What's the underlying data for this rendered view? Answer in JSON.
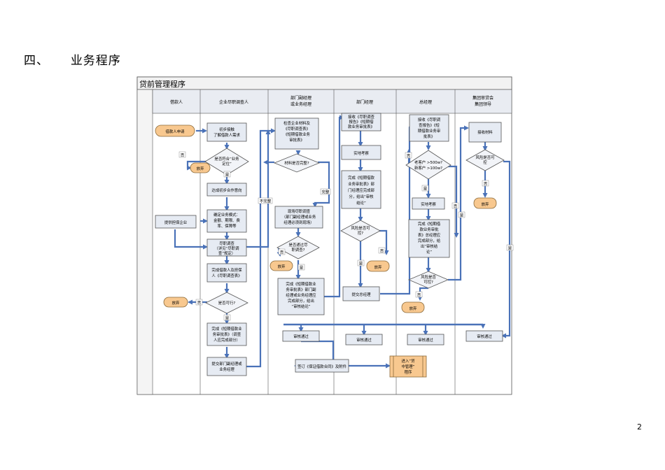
{
  "section": {
    "number": "四、",
    "title": "业务程序"
  },
  "page_number": "2",
  "diagram": {
    "title": "贷前管理程序",
    "lanes": [
      {
        "id": "borrower",
        "label": [
          "借款人"
        ]
      },
      {
        "id": "investigator",
        "label": [
          "企业尽职调查人"
        ]
      },
      {
        "id": "deputy",
        "label": [
          "部门副经理",
          "或业务经理"
        ]
      },
      {
        "id": "manager",
        "label": [
          "部门经理"
        ]
      },
      {
        "id": "gm",
        "label": [
          "总经理"
        ]
      },
      {
        "id": "committee",
        "label": [
          "集团审贷会",
          "集团领导"
        ]
      }
    ],
    "nodes": {
      "apply": [
        "借款人申请"
      ],
      "first_contact": [
        "初步接触",
        "了解借款人需求"
      ],
      "fit_positioning": [
        "是否符合“业务",
        "定位”"
      ],
      "abandon_1": [
        "放弃"
      ],
      "intent": [
        "达成初步合作意向"
      ],
      "provide_info": [
        "提供担保企业"
      ],
      "confirm_mode": [
        "确定业务模式：",
        "金额、期限、费",
        "率、保障等"
      ],
      "due_diligence": [
        "尽职调查",
        "（详见“尽职调",
        "查”规定）"
      ],
      "complete_survey": [
        "完成借款人及担保",
        "人《尽职调查表》"
      ],
      "feasible_1": [
        "是否可行?"
      ],
      "abandon_2": [
        "放弃"
      ],
      "complete_form": [
        "完成《短期借款业",
        "务审批表》（调查",
        "人应完成部分）"
      ],
      "submit_deputy": [
        "提交部门副经理或",
        "业务经理"
      ],
      "check_materials": [
        "检查企业材料及",
        "《尽职调查表》",
        "《短期借款业务",
        "审批表》"
      ],
      "materials_complete": [
        "材料是否完整?"
      ],
      "site_visit": [
        "现场尽职调查",
        "（部门副经理或业务",
        "经理必须到现场）"
      ],
      "pass_dd": [
        "是否通过尽",
        "职调查?"
      ],
      "abandon_3": [
        "放弃"
      ],
      "deputy_opinion": [
        "完成《短期借款业",
        "务审批表》部门副",
        "经理或业务经理应",
        "完成部分，给出",
        "“审核结论”"
      ],
      "receive_report": [
        "接收《尽职调查",
        "报告》《短期借",
        "款业务审批表》"
      ],
      "onsite_mgr": [
        "实地考察"
      ],
      "mgr_opinion": [
        "完成《短期借款",
        "业务审批表》部",
        "门经理应完成部",
        "分，给出“审核",
        "结论”"
      ],
      "risk_ok_mgr": [
        "风险是否可",
        "控?"
      ],
      "abandon_4": [
        "放弃"
      ],
      "submit_gm": [
        "提交总经理"
      ],
      "gm_receive": [
        "接收《尽职调",
        "查报告》《短",
        "期借款业务审",
        "批表》"
      ],
      "old_new_customer": [
        "老客户   >500w?",
        "新客户   >100w?"
      ],
      "onsite_gm": [
        "实地考察"
      ],
      "gm_opinion": [
        "完成《短期借",
        "款业务审批",
        "表》总经理应",
        "完成部分，给",
        "出“审核结",
        "论”"
      ],
      "risk_ok_gm": [
        "风险是否",
        "可控?"
      ],
      "abandon_5": [
        "放弃"
      ],
      "committee_receive": [
        "接收材料"
      ],
      "risk_ok_committee": [
        "风险是否可",
        "控"
      ],
      "abandon_6": [
        "放弃"
      ],
      "approved_1": [
        "审核通过"
      ],
      "approved_2": [
        "审核通过"
      ],
      "approved_3": [
        "审核通过"
      ],
      "approved_4": [
        "审核通过"
      ],
      "sign_contract": [
        "签订《保证借款合同》及附件"
      ],
      "post_loan": [
        "进入“贷",
        "中管理”",
        "程序"
      ]
    },
    "edge_labels": {
      "no": "否",
      "yes": "是",
      "incomplete": "不完整",
      "complete": "完整"
    }
  }
}
